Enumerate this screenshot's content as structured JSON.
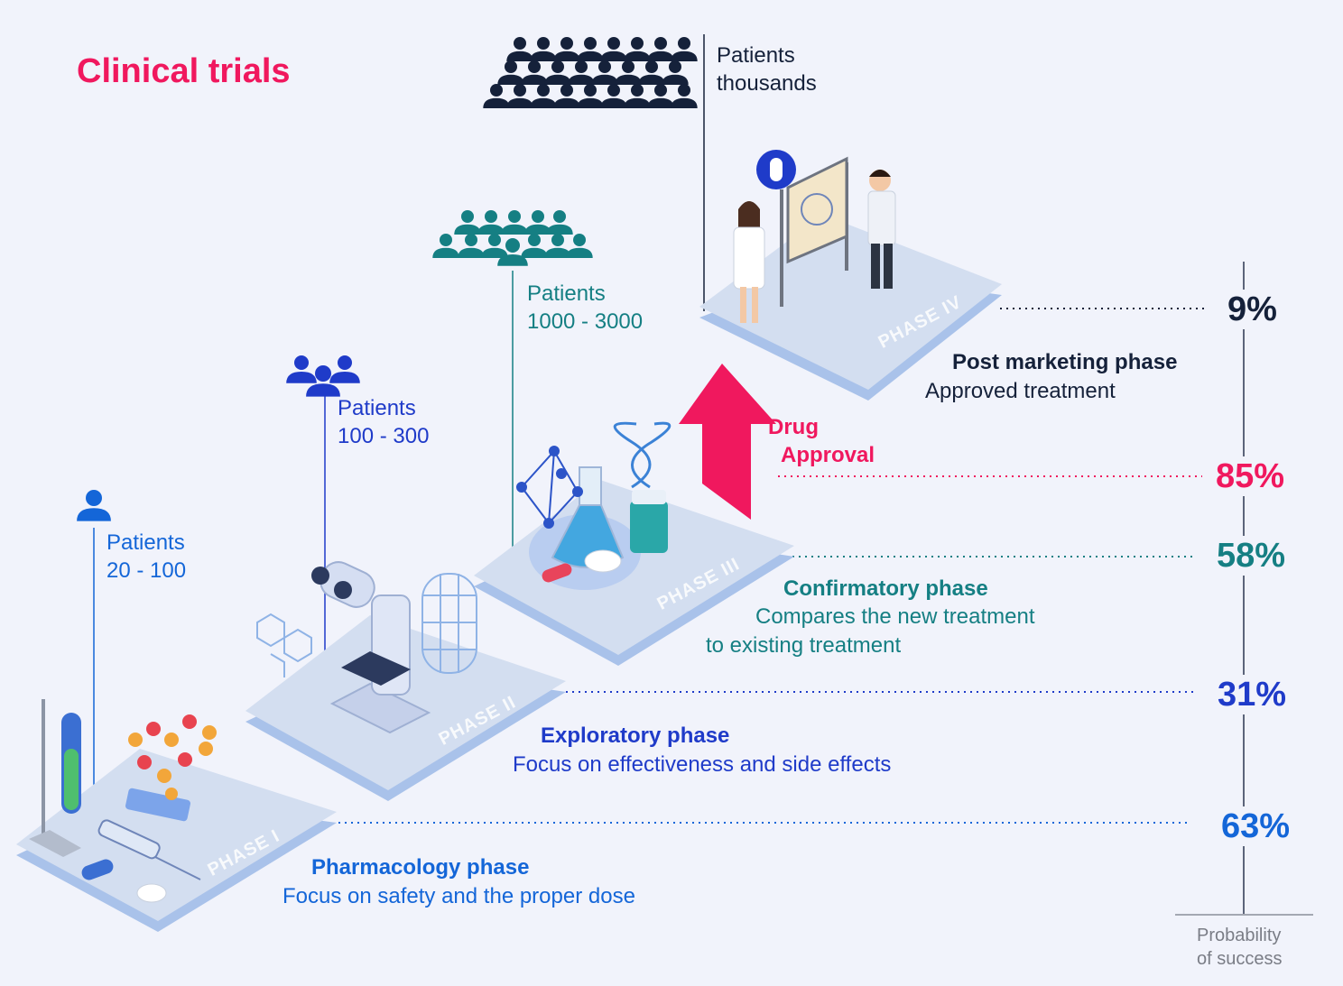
{
  "title": "Clinical trials",
  "phases": [
    {
      "platform_label": "PHASE I",
      "patients_label": "Patients",
      "patients_count": "20 - 100",
      "name": "Pharmacology phase",
      "description": [
        "Focus on safety and the proper dose"
      ],
      "probability": "63%",
      "color": "#1466d8"
    },
    {
      "platform_label": "PHASE II",
      "patients_label": "Patients",
      "patients_count": "100 - 300",
      "name": "Exploratory phase",
      "description": [
        "Focus on effectiveness and side effects"
      ],
      "probability": "31%",
      "color": "#1f3bc9"
    },
    {
      "platform_label": "PHASE III",
      "patients_label": "Patients",
      "patients_count": "1000 - 3000",
      "name": "Confirmatory phase",
      "description": [
        "Compares the new treatment",
        "to existing treatment"
      ],
      "probability": "58%",
      "color": "#157f83"
    },
    {
      "platform_label": "PHASE IV",
      "patients_label": "Patients",
      "patients_count": "thousands",
      "name": "Post marketing phase",
      "description": [
        "Approved treatment"
      ],
      "probability": "9%",
      "color": "#15213a"
    }
  ],
  "approval": {
    "line1": "Drug",
    "line2": "Approval",
    "probability": "85%",
    "color": "#f0185e"
  },
  "axis_label": [
    "Probability",
    "of success"
  ],
  "icons": [
    "person-icon",
    "people-group-icon",
    "crowd-icon",
    "test-tube-icon",
    "syringe-icon",
    "molecule-icon",
    "microscope-icon",
    "flask-icon",
    "dna-icon",
    "presentation-board-icon",
    "upward-arrow-icon"
  ]
}
